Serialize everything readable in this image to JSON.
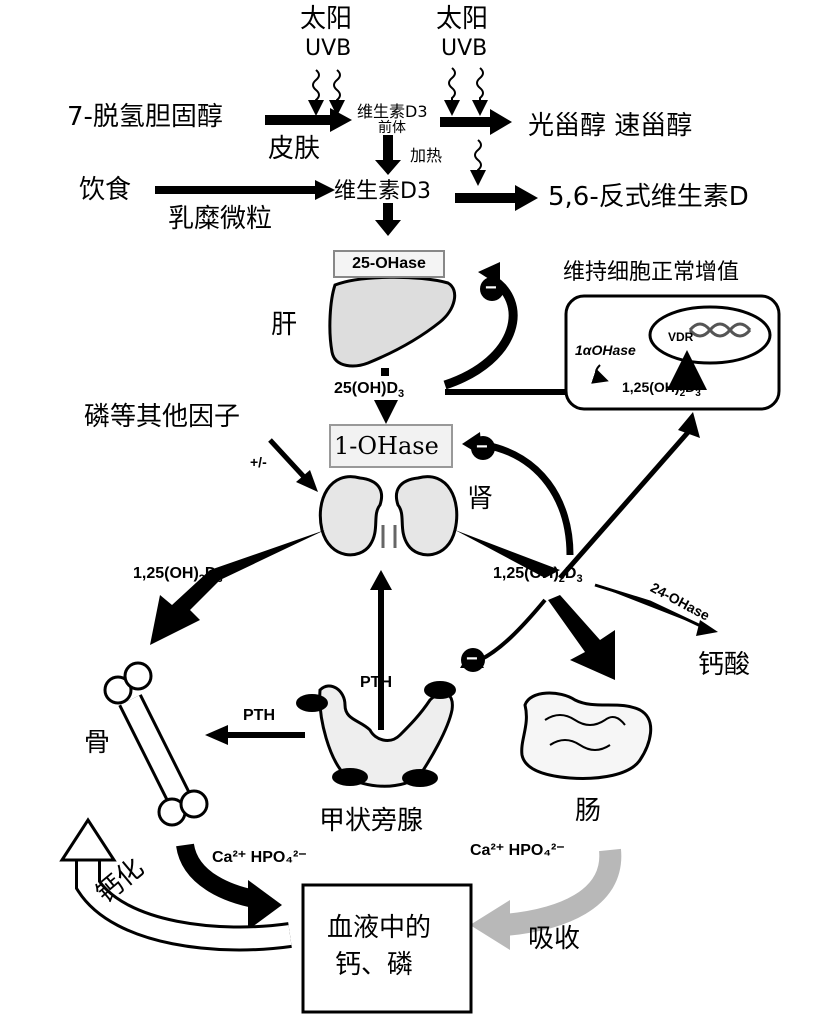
{
  "top": {
    "sun_left": "太阳",
    "uvb_left": "UVB",
    "sun_right": "太阳",
    "uvb_right": "UVB",
    "precursor_source": "7-脱氢胆固醇",
    "skin": "皮肤",
    "precursor_line1": "维生素D3",
    "precursor_line2": "前体",
    "photo_products": "光甾醇 速甾醇",
    "heat": "加热",
    "diet": "饮食",
    "chylomicron": "乳糜微粒",
    "vitd3": "维生素D3",
    "trans_vitd": "5,6-反式维生素D"
  },
  "liver": {
    "enzyme": "25-OHase",
    "label": "肝",
    "product": "25(OH)D",
    "product_sub": "3"
  },
  "cell": {
    "title": "维持细胞正常增值",
    "enzyme": "1αOHase",
    "receptor": "VDR",
    "product": "1,25(OH)",
    "product_sub1": "2",
    "product_mid": "D",
    "product_sub2": "3"
  },
  "kidney": {
    "factors": "磷等其他因子",
    "modifier": "+/-",
    "enzyme": "1-OHase",
    "label": "肾"
  },
  "outputs": {
    "left_hormone": "1,25(OH)",
    "left_sub1": "2",
    "left_mid": "D",
    "left_sub2": "3",
    "right_hormone": "1,25(OH)",
    "right_sub1": "2",
    "right_mid": "D",
    "right_sub2": "3",
    "degradation_enzyme": "24-OHase",
    "degradation_product": "钙酸"
  },
  "targets": {
    "bone": "骨",
    "pth_up": "PTH",
    "pth_left": "PTH",
    "parathyroid": "甲状旁腺",
    "intestine": "肠",
    "ion_left": "Ca²⁺ HPO₄²⁻",
    "ion_right": "Ca²⁺ HPO₄²⁻",
    "calcification": "钙化",
    "absorption": "吸收",
    "blood_line1": "血液中的",
    "blood_line2": "钙、磷"
  },
  "inhibit_symbol": "−"
}
